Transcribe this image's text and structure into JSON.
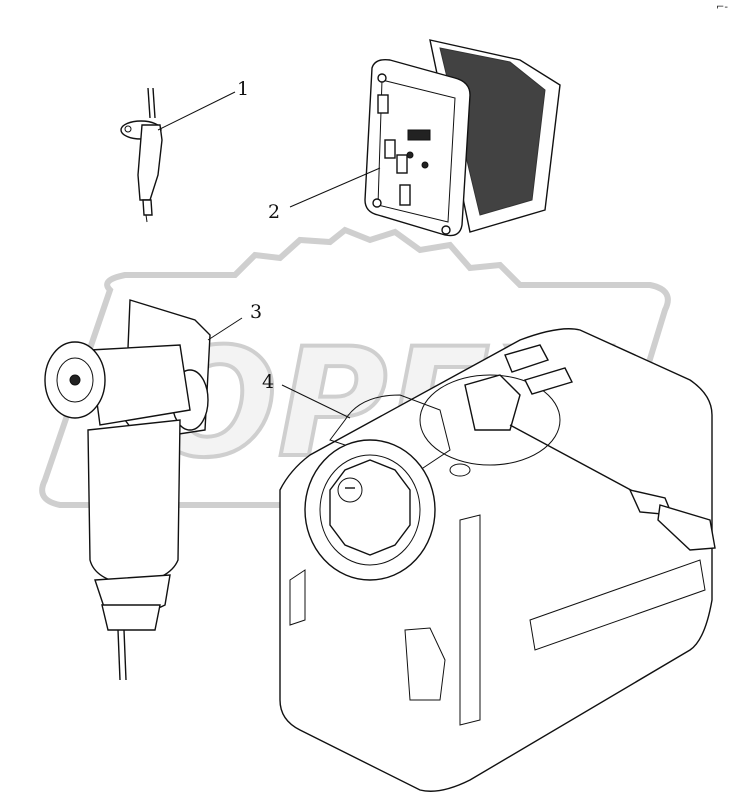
{
  "diagram": {
    "callouts": [
      {
        "id": "1",
        "label": "1"
      },
      {
        "id": "2",
        "label": "2"
      },
      {
        "id": "3",
        "label": "3"
      },
      {
        "id": "4",
        "label": "4"
      }
    ],
    "corner_mark": "⌐-",
    "watermark_text": "OPEX"
  },
  "colors": {
    "line": "#111111",
    "watermark": "#cfcfcf",
    "background": "#ffffff"
  }
}
